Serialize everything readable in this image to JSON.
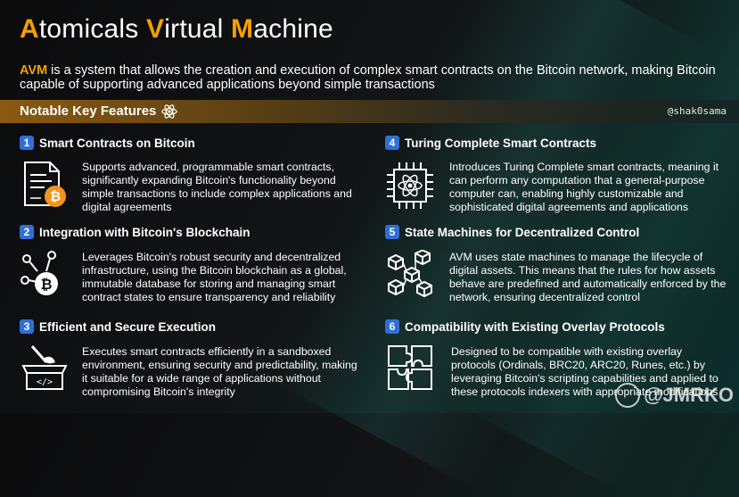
{
  "title": {
    "a1": "A",
    "r1": "tomicals ",
    "a2": "V",
    "r2": "irtual ",
    "a3": "M",
    "r3": "achine"
  },
  "intro": {
    "highlight": "AVM",
    "text": " is a system that allows the creation and execution of complex smart contracts on the Bitcoin network, making Bitcoin capable of supporting advanced applications beyond simple transactions"
  },
  "banner": {
    "title": "Notable Key Features",
    "handle": "@shak0sama"
  },
  "features": [
    {
      "num": "1",
      "title": "Smart Contracts on Bitcoin",
      "desc": "Supports advanced, programmable smart contracts, significantly expanding Bitcoin's functionality beyond simple transactions to include complex applications and digital agreements"
    },
    {
      "num": "2",
      "title": "Integration with Bitcoin's Blockchain",
      "desc": "Leverages Bitcoin's robust security and decentralized infrastructure, using the Bitcoin blockchain as a global, immutable database for storing and managing smart contract states to ensure transparency and reliability"
    },
    {
      "num": "3",
      "title": "Efficient and Secure Execution",
      "desc": "Executes smart contracts efficiently in a sandboxed environment, ensuring security and predictability, making it suitable for a wide range of applications without compromising Bitcoin's integrity"
    },
    {
      "num": "4",
      "title": "Turing Complete Smart Contracts",
      "desc": "Introduces Turing Complete smart contracts, meaning it can perform any computation that a general-purpose computer can, enabling highly customizable and sophisticated digital agreements and applications"
    },
    {
      "num": "5",
      "title": "State Machines for Decentralized Control",
      "desc": "AVM uses state machines to manage the lifecycle of digital assets. This means that the rules for how assets behave are predefined and automatically enforced by the network, ensuring decentralized control"
    },
    {
      "num": "6",
      "title": "Compatibility with Existing Overlay Protocols",
      "desc": "Designed to be compatible with existing overlay protocols (Ordinals, BRC20, ARC20, Runes, etc.) by leveraging Bitcoin's scripting capabilities and applied to these protocols indexers with appropriate modifications"
    }
  ],
  "watermark": "@JMRKO",
  "colors": {
    "accent": "#f5a000",
    "number_badge": "#2f6fd6",
    "bitcoin": "#f7931a"
  }
}
